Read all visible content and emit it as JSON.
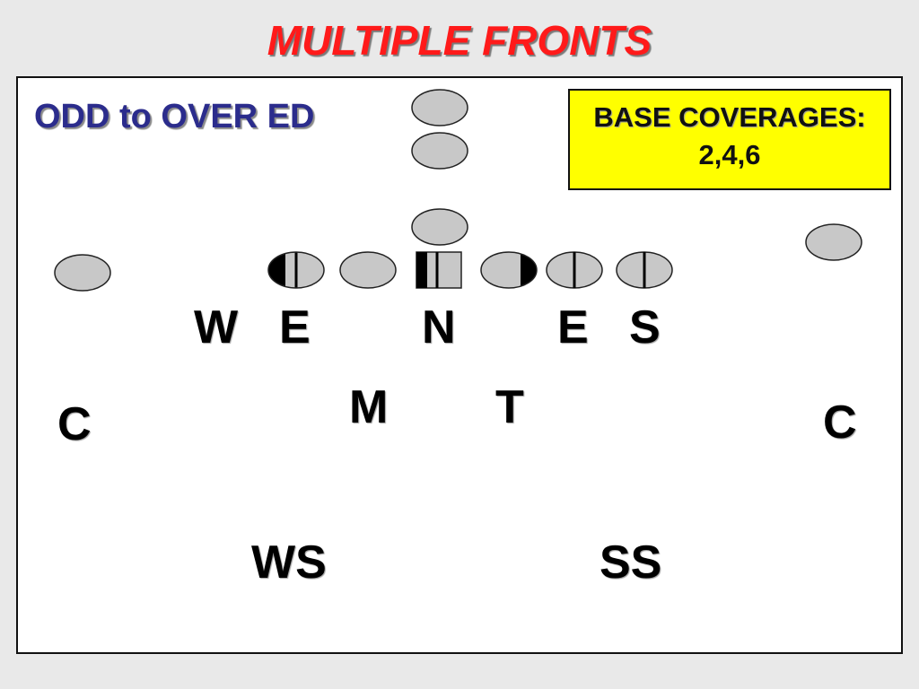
{
  "title": "MULTIPLE FRONTS",
  "front_label": "ODD to OVER ED",
  "coverage": {
    "heading": "BASE COVERAGES:",
    "values": "2,4,6"
  },
  "positions": {
    "w": "W",
    "e_left": "E",
    "n": "N",
    "e_right": "E",
    "s": "S",
    "m": "M",
    "t": "T",
    "c_left": "C",
    "c_right": "C",
    "ws": "WS",
    "ss": "SS"
  },
  "colors": {
    "title": "#ff1a1a",
    "front_label": "#2b2c8c",
    "coverage_box": "#ffff00",
    "player": "#c8c8c8"
  }
}
